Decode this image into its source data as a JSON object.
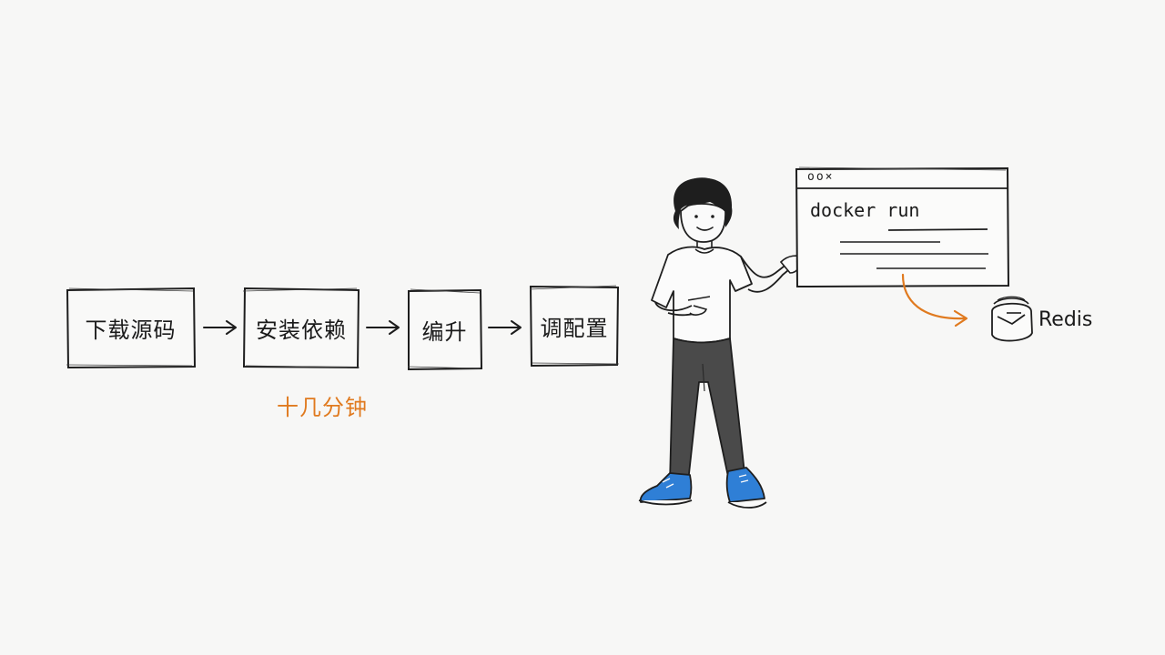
{
  "flow": {
    "steps": [
      {
        "label": "下载源码"
      },
      {
        "label": "安装依赖"
      },
      {
        "label": "编升"
      },
      {
        "label": "调配置"
      }
    ],
    "time_note": "十几分钟"
  },
  "terminal": {
    "window_controls": "oo×",
    "command": "docker run"
  },
  "redis": {
    "label": "Redis"
  },
  "colors": {
    "ink": "#1c1c1c",
    "accent_orange": "#e07a1f",
    "shoe_blue": "#2f7fd6",
    "pants_gray": "#4a4a4a",
    "background": "#f7f7f6"
  }
}
